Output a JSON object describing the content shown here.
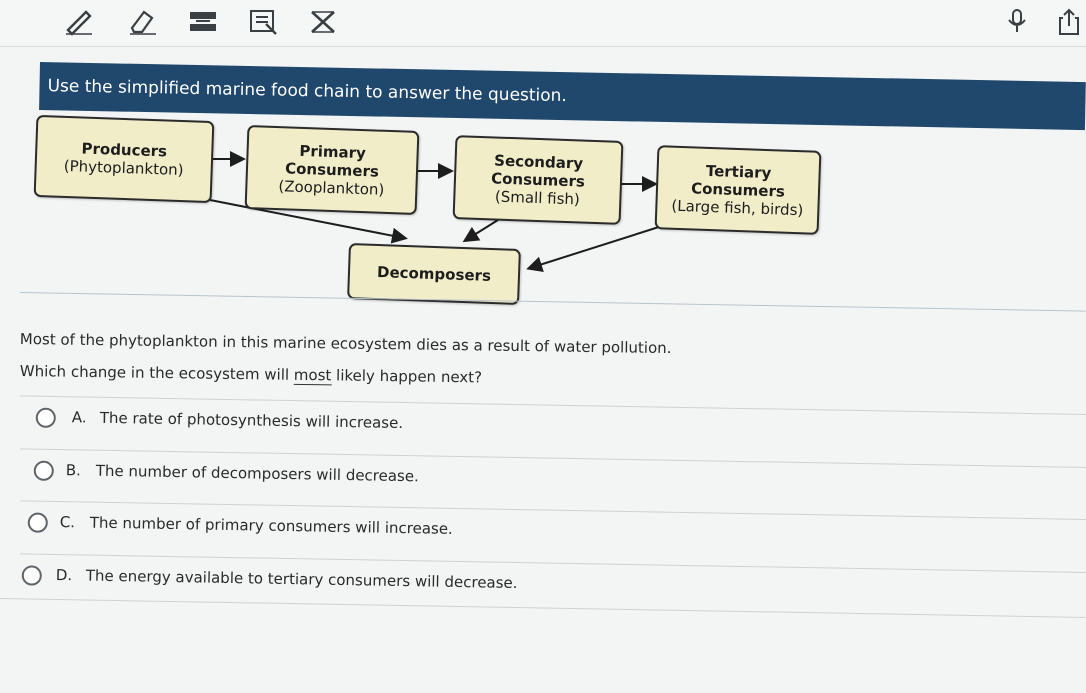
{
  "toolbar": {
    "tools": [
      "pencil-icon",
      "eraser-icon",
      "line-reader-icon",
      "answer-masking-icon",
      "eliminate-choice-icon"
    ],
    "right_tools": [
      "microphone-icon",
      "share-icon"
    ]
  },
  "banner": {
    "text": "Use the simplified marine food chain to answer the question."
  },
  "diagram": {
    "producers": {
      "title": "Producers",
      "sub": "(Phytoplankton)"
    },
    "primary": {
      "title1": "Primary",
      "title2": "Consumers",
      "sub": "(Zooplankton)"
    },
    "secondary": {
      "title1": "Secondary",
      "title2": "Consumers",
      "sub": "(Small fish)"
    },
    "tertiary": {
      "title1": "Tertiary",
      "title2": "Consumers",
      "sub": "(Large fish, birds)"
    },
    "decomposers": {
      "title": "Decomposers"
    }
  },
  "question": {
    "stimulus": "Most of the phytoplankton in this marine ecosystem dies as a result of water pollution.",
    "prompt_before": "Which change in the ecosystem will ",
    "prompt_emph": "most",
    "prompt_after": " likely happen next?",
    "choices": [
      {
        "letter": "A.",
        "text": "The rate of photosynthesis will increase."
      },
      {
        "letter": "B.",
        "text": "The number of decomposers will decrease."
      },
      {
        "letter": "C.",
        "text": "The number of primary consumers will increase."
      },
      {
        "letter": "D.",
        "text": "The energy available to tertiary consumers will decrease."
      }
    ]
  },
  "colors": {
    "banner": "#20486c",
    "box_fill": "#f1edc9",
    "box_border": "#2b2b2b"
  }
}
